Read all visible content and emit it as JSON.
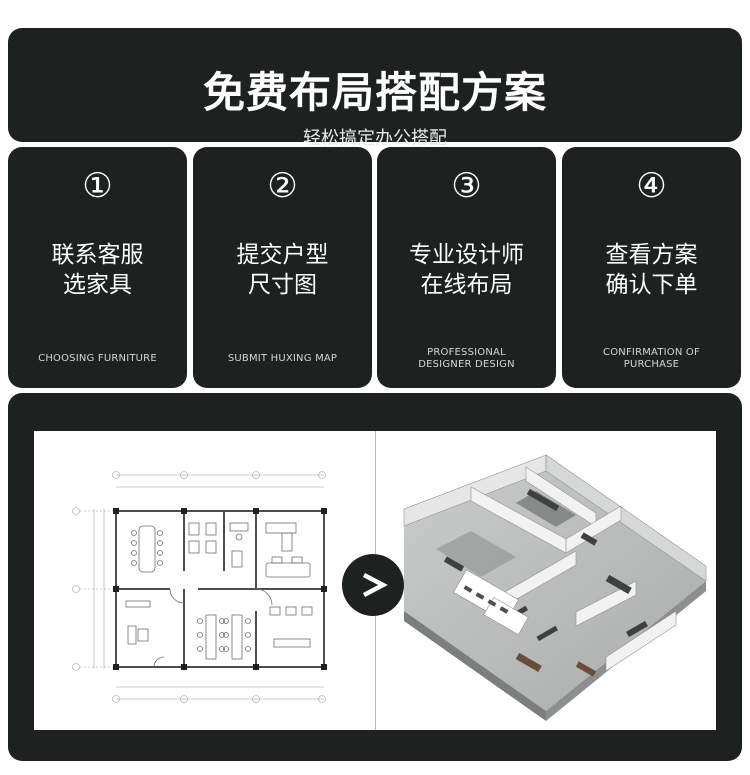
{
  "header": {
    "title": "免费布局搭配方案",
    "subtitle": "轻松搞定办公搭配"
  },
  "steps": [
    {
      "num": "①",
      "cn_line1": "联系客服",
      "cn_line2": "选家具",
      "en_line1": "CHOOSING FURNITURE",
      "en_line2": ""
    },
    {
      "num": "②",
      "cn_line1": "提交户型",
      "cn_line2": "尺寸图",
      "en_line1": "SUBMIT HUXING MAP",
      "en_line2": ""
    },
    {
      "num": "③",
      "cn_line1": "专业设计师",
      "cn_line2": "在线布局",
      "en_line1": "PROFESSIONAL",
      "en_line2": "DESIGNER DESIGN"
    },
    {
      "num": "④",
      "cn_line1": "查看方案",
      "cn_line2": "确认下单",
      "en_line1": "CONFIRMATION OF",
      "en_line2": "PURCHASE"
    }
  ],
  "colors": {
    "panel": "#1d2120",
    "text": "#ffffff"
  },
  "icons": {
    "arrow": "chevron-right-icon"
  }
}
